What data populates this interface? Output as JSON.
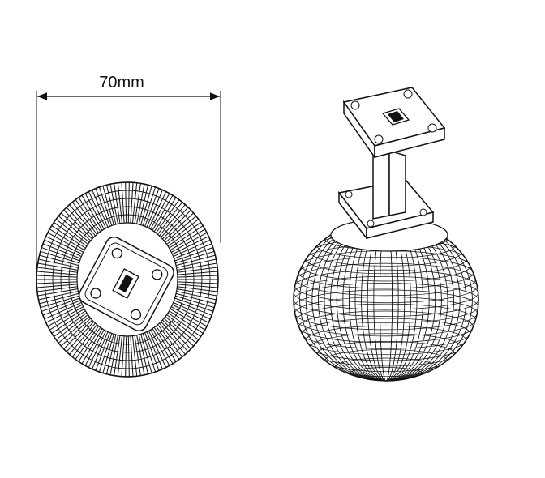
{
  "dimension": {
    "label": "70mm"
  },
  "colors": {
    "line": "#111111",
    "background": "#ffffff"
  },
  "views": {
    "left": "top-view-of-spherical-antenna",
    "right": "isometric-view-of-spherical-antenna"
  }
}
